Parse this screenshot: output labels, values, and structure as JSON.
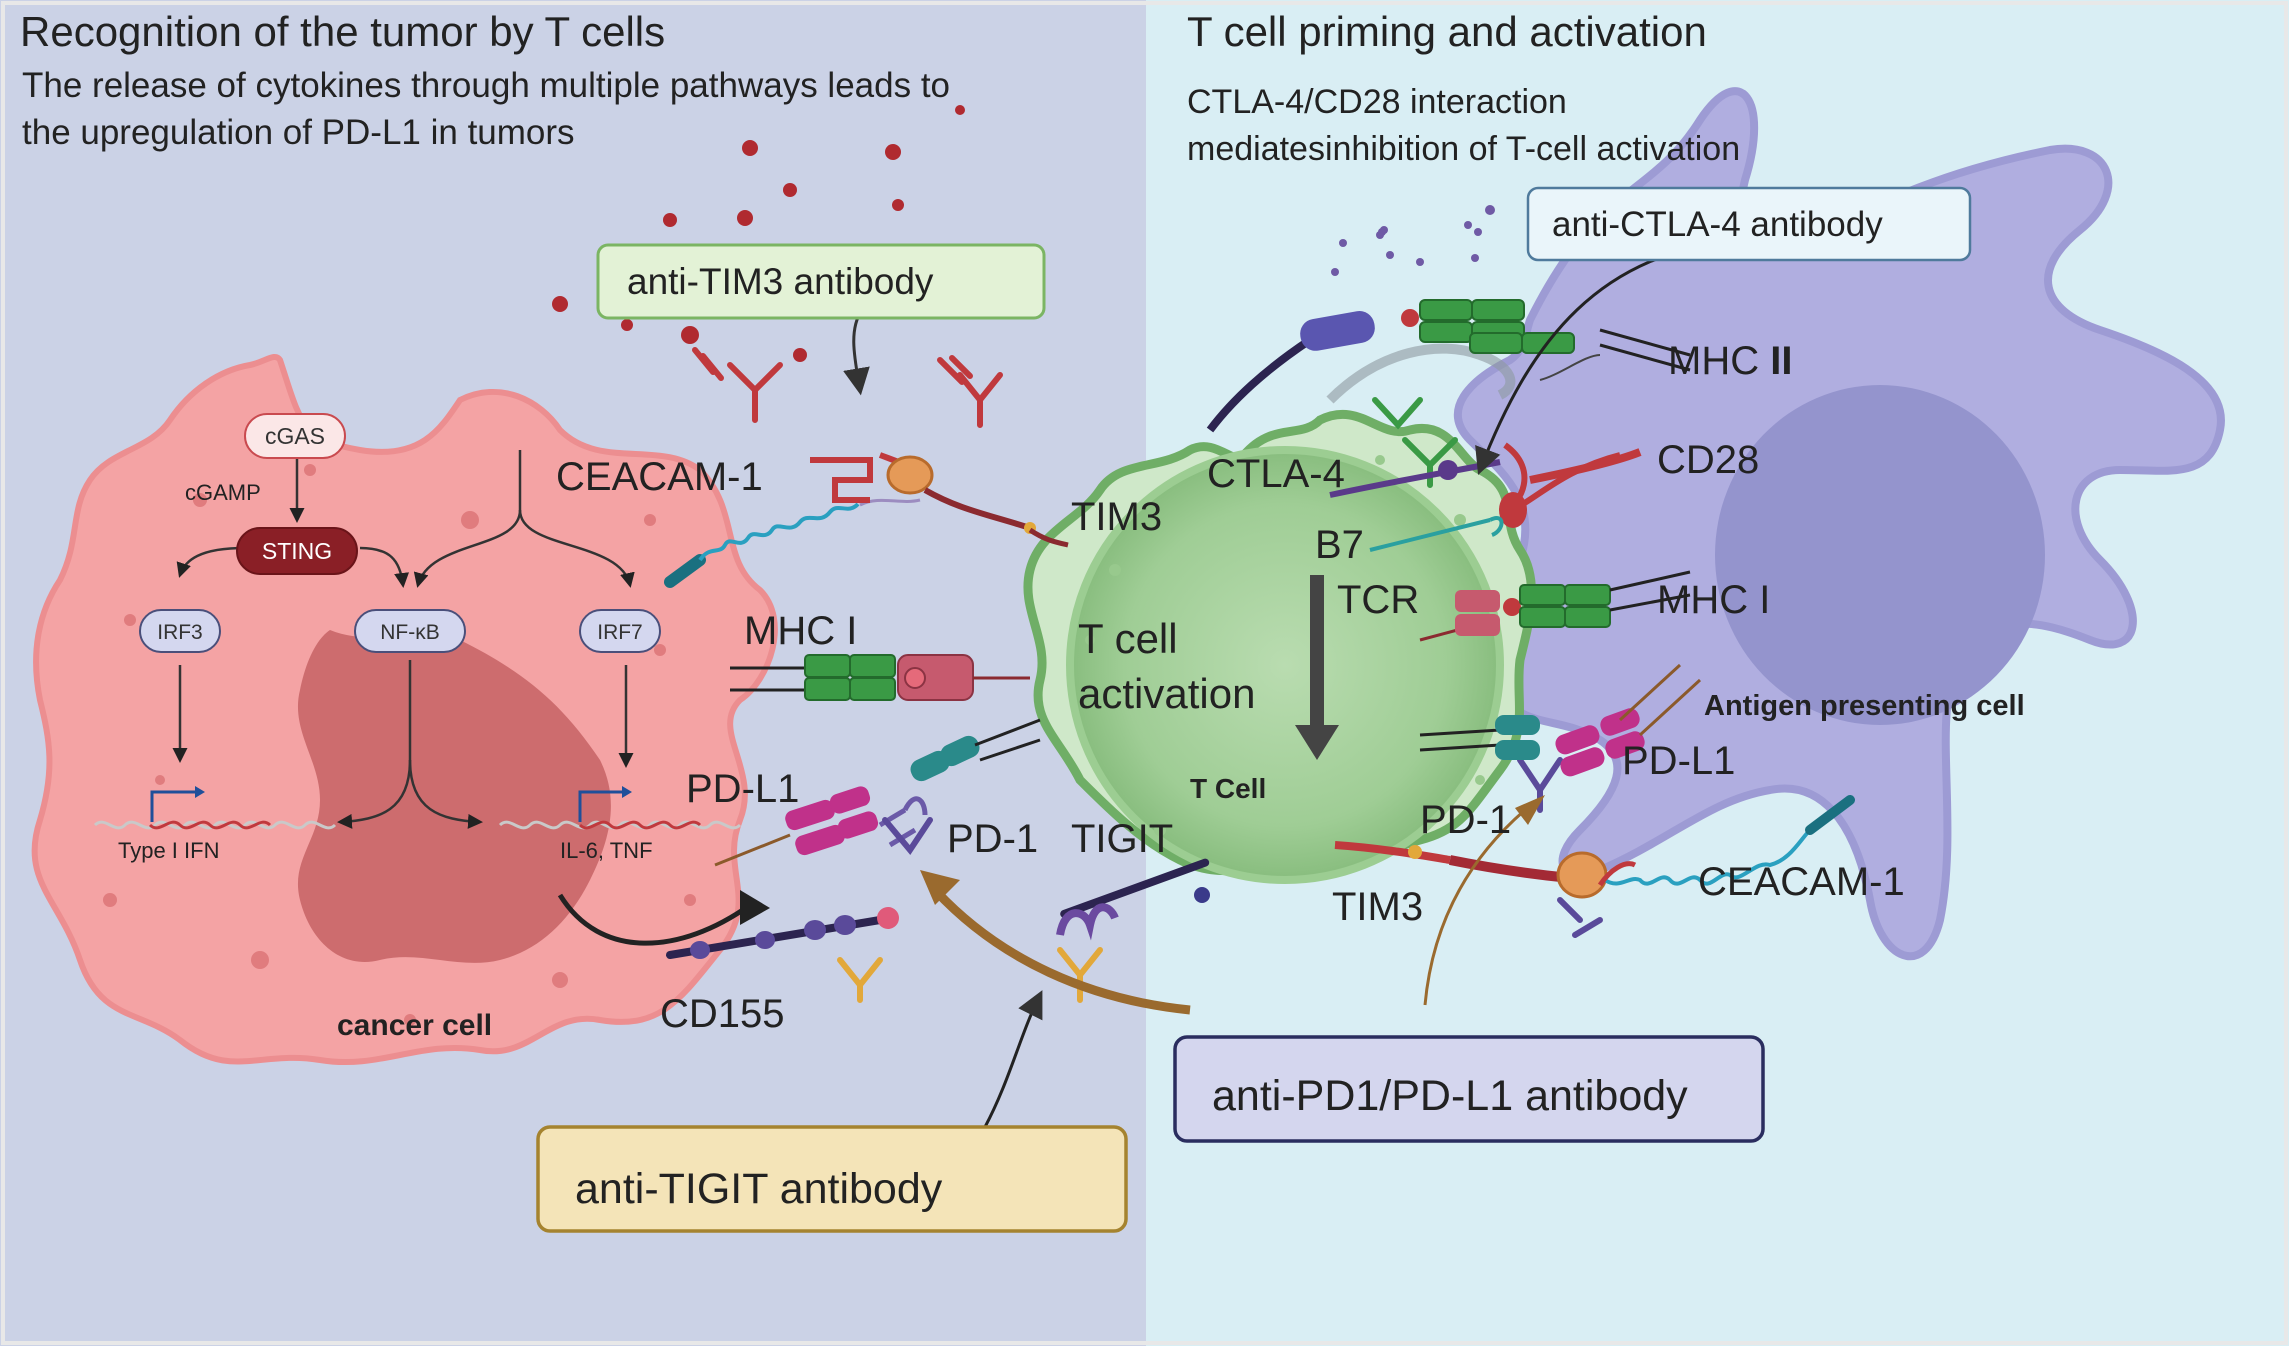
{
  "left_panel": {
    "title": "Recognition of the tumor by T cells",
    "subtitle_line1": "The release of cytokines through multiple pathways leads to",
    "subtitle_line2": "the upregulation of PD-L1 in tumors"
  },
  "right_panel": {
    "title": "T cell priming and activation",
    "subtitle_line1": "CTLA-4/CD28 interaction",
    "subtitle_line2": "mediatesinhibition of T-cell activation"
  },
  "antibody_boxes": {
    "anti_tim3": "anti-TIM3 antibody",
    "anti_ctla4": "anti-CTLA-4 antibody",
    "anti_pd1_pdl1": "anti-PD1/PD-L1 antibody",
    "anti_tigit": "anti-TIGIT antibody"
  },
  "pathway": {
    "cgas": "cGAS",
    "cgamp": "cGAMP",
    "sting": "STING",
    "irf3": "IRF3",
    "nfkb": "NF-κB",
    "irf7": "IRF7",
    "type1_ifn": "Type I IFN",
    "il6_tnf": "IL-6, TNF"
  },
  "cells": {
    "cancer_cell": "cancer cell",
    "t_cell": "T Cell",
    "t_cell_activation_1": "T cell",
    "t_cell_activation_2": "activation",
    "apc": "Antigen presenting cell"
  },
  "receptors": {
    "ceacam1_left": "CEACAM-1",
    "tim3_left": "TIM3",
    "mhc1_left": "MHC I",
    "pdl1_left": "PD-L1",
    "pd1_left": "PD-1",
    "tigit": "TIGIT",
    "cd155": "CD155",
    "ctla4": "CTLA-4",
    "b7": "B7",
    "tcr": "TCR",
    "mhc2": "MHC ",
    "mhc2_bold": "II",
    "cd28": "CD28",
    "mhc1_right": "MHC I",
    "pdl1_right": "PD-L1",
    "pd1_right": "PD-1",
    "tim3_right": "TIM3",
    "ceacam1_right": "CEACAM-1"
  },
  "colors": {
    "left_bg": "#cbd2e6",
    "right_bg": "#d9eef4",
    "cancer_cell": "#f4a3a4",
    "nucleus": "#cd6c6e",
    "t_cell": "#cfe8c9",
    "apc": "#b0aee0",
    "arrow_gold": "#9a6a2e"
  }
}
